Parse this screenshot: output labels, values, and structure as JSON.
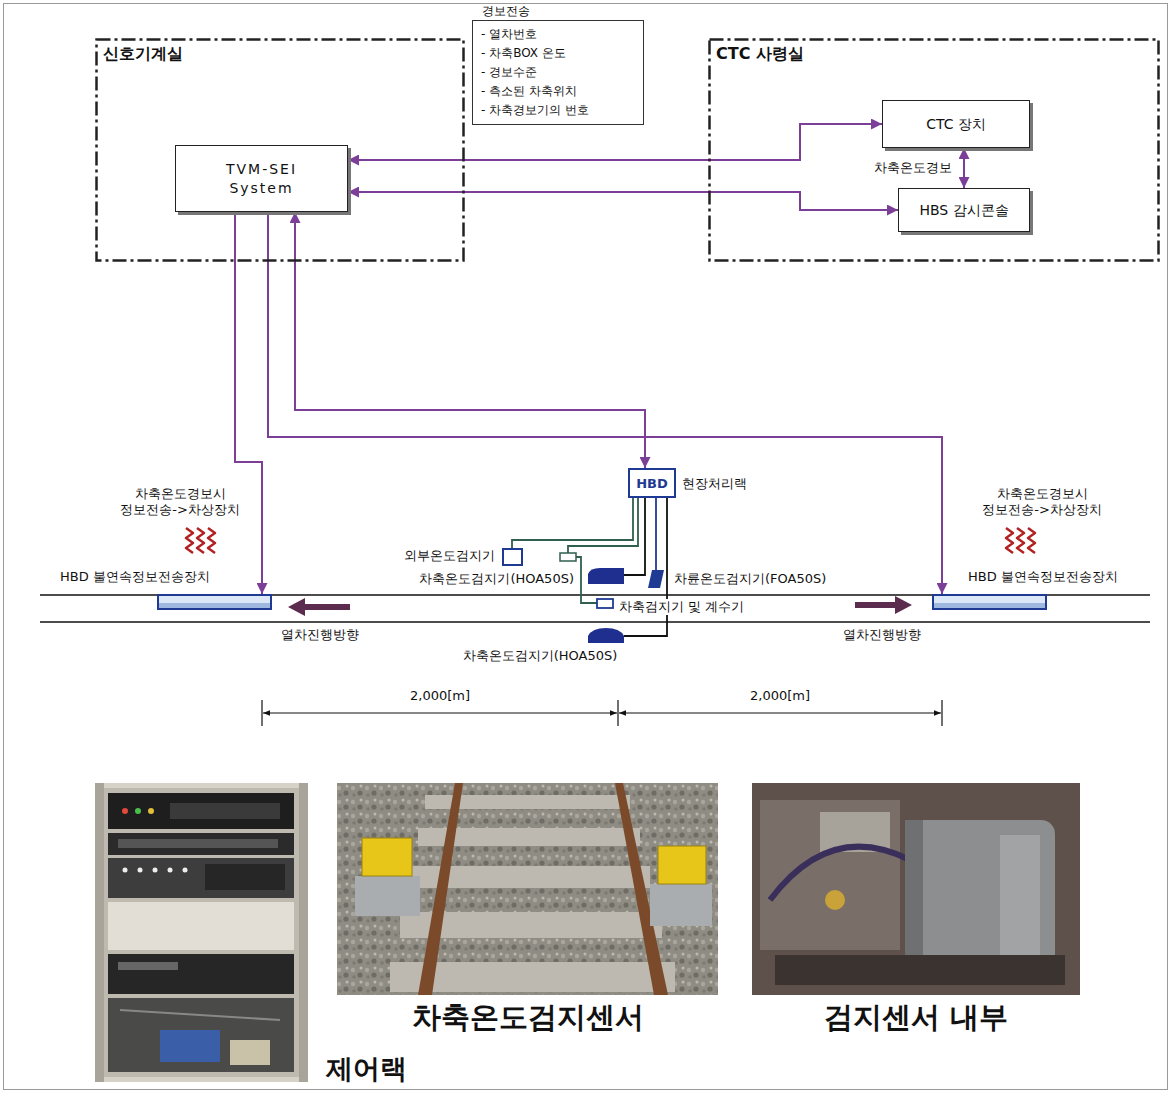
{
  "diagram": {
    "nodes": [
      {
        "text": [
          "신호기계실"
        ]
      },
      {
        "text": [
          "TVM-SEI System"
        ],
        "in": 0
      },
      {
        "text": [
          "경보전송",
          "- 열차번호",
          "- 차축BOX 온도",
          "- 경보수준",
          "- 측소된 차축위치",
          "- 차축경보기의 번호"
        ]
      },
      {
        "text": [
          "CTC 사령실"
        ]
      },
      {
        "text": [
          "CTC 장치"
        ],
        "in": 3
      },
      {
        "text": [
          "HBS 감시콘솔"
        ],
        "in": 3
      },
      {
        "text": [
          "HBD",
          "현장처리랙"
        ]
      },
      {
        "text": [
          "HBD 불연속정보전송장치"
        ]
      },
      {
        "text": [
          "HBD 불연속정보전송장치"
        ]
      }
    ],
    "edges": [
      {
        "from": 1,
        "to": 4,
        "arrow": "both"
      },
      {
        "from": 1,
        "to": 5,
        "arrow": "both"
      },
      {
        "from": 4,
        "to": 5,
        "label": "차축온도경보",
        "arrow": "both"
      },
      {
        "from": 1,
        "to": 7,
        "arrow": "to"
      },
      {
        "from": 1,
        "to": 8,
        "arrow": "to"
      },
      {
        "from": 1,
        "to": 6,
        "arrow": "both"
      }
    ],
    "labels": [
      "차축온도경보시 정보전송->차상장치",
      "차축온도경보시 정보전송->차상장치",
      "외부온도검지기",
      "차축온도검지기(HOA50S)",
      "차륜온도검지기(FOA50S)",
      "차축검지기 및 계수기",
      "차축온도검지기(HOA50S)",
      "열차진행방향",
      "열차진행방향",
      "2,000[m]",
      "2,000[m]",
      "차축온도검지센서",
      "검지센서 내부",
      "제어랙"
    ]
  }
}
